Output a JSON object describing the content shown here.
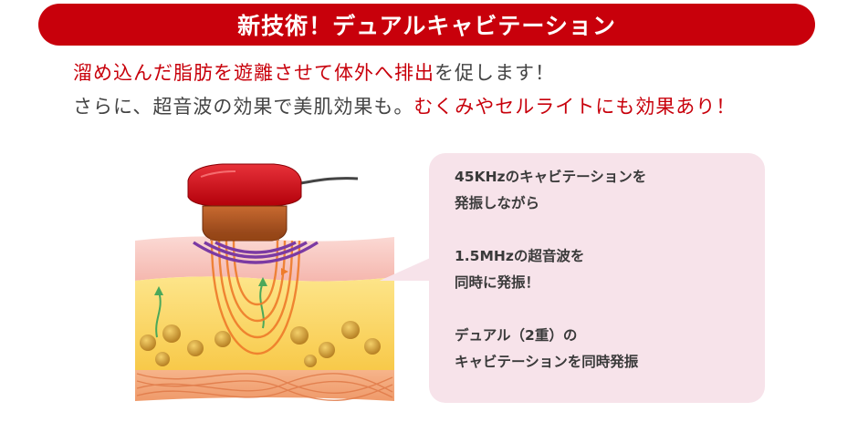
{
  "header": {
    "title": "新技術！デュアルキャビテーション"
  },
  "lead": {
    "line1_red": "溜め込んだ脂肪を遊離させて体外へ排出",
    "line1_gray": "を促します！",
    "line2_gray": "さらに、超音波の効果で美肌効果も。",
    "line2_red": "むくみやセルライトにも効果あり！"
  },
  "bubble": {
    "p1_l1": "45KHzのキャビテーションを",
    "p1_l2": "発振しながら",
    "p2_l1": "1.5MHzの超音波を",
    "p2_l2": "同時に発振！",
    "p3_l1": "デュアル（2重）の",
    "p3_l2": "キャビテーションを同時発振"
  },
  "colors": {
    "brand_red": "#c8000b",
    "bubble_pink": "#f7e3ea",
    "text_gray": "#444444"
  },
  "icons": [
    "cavitation-device-icon",
    "skin-layer-illustration"
  ]
}
